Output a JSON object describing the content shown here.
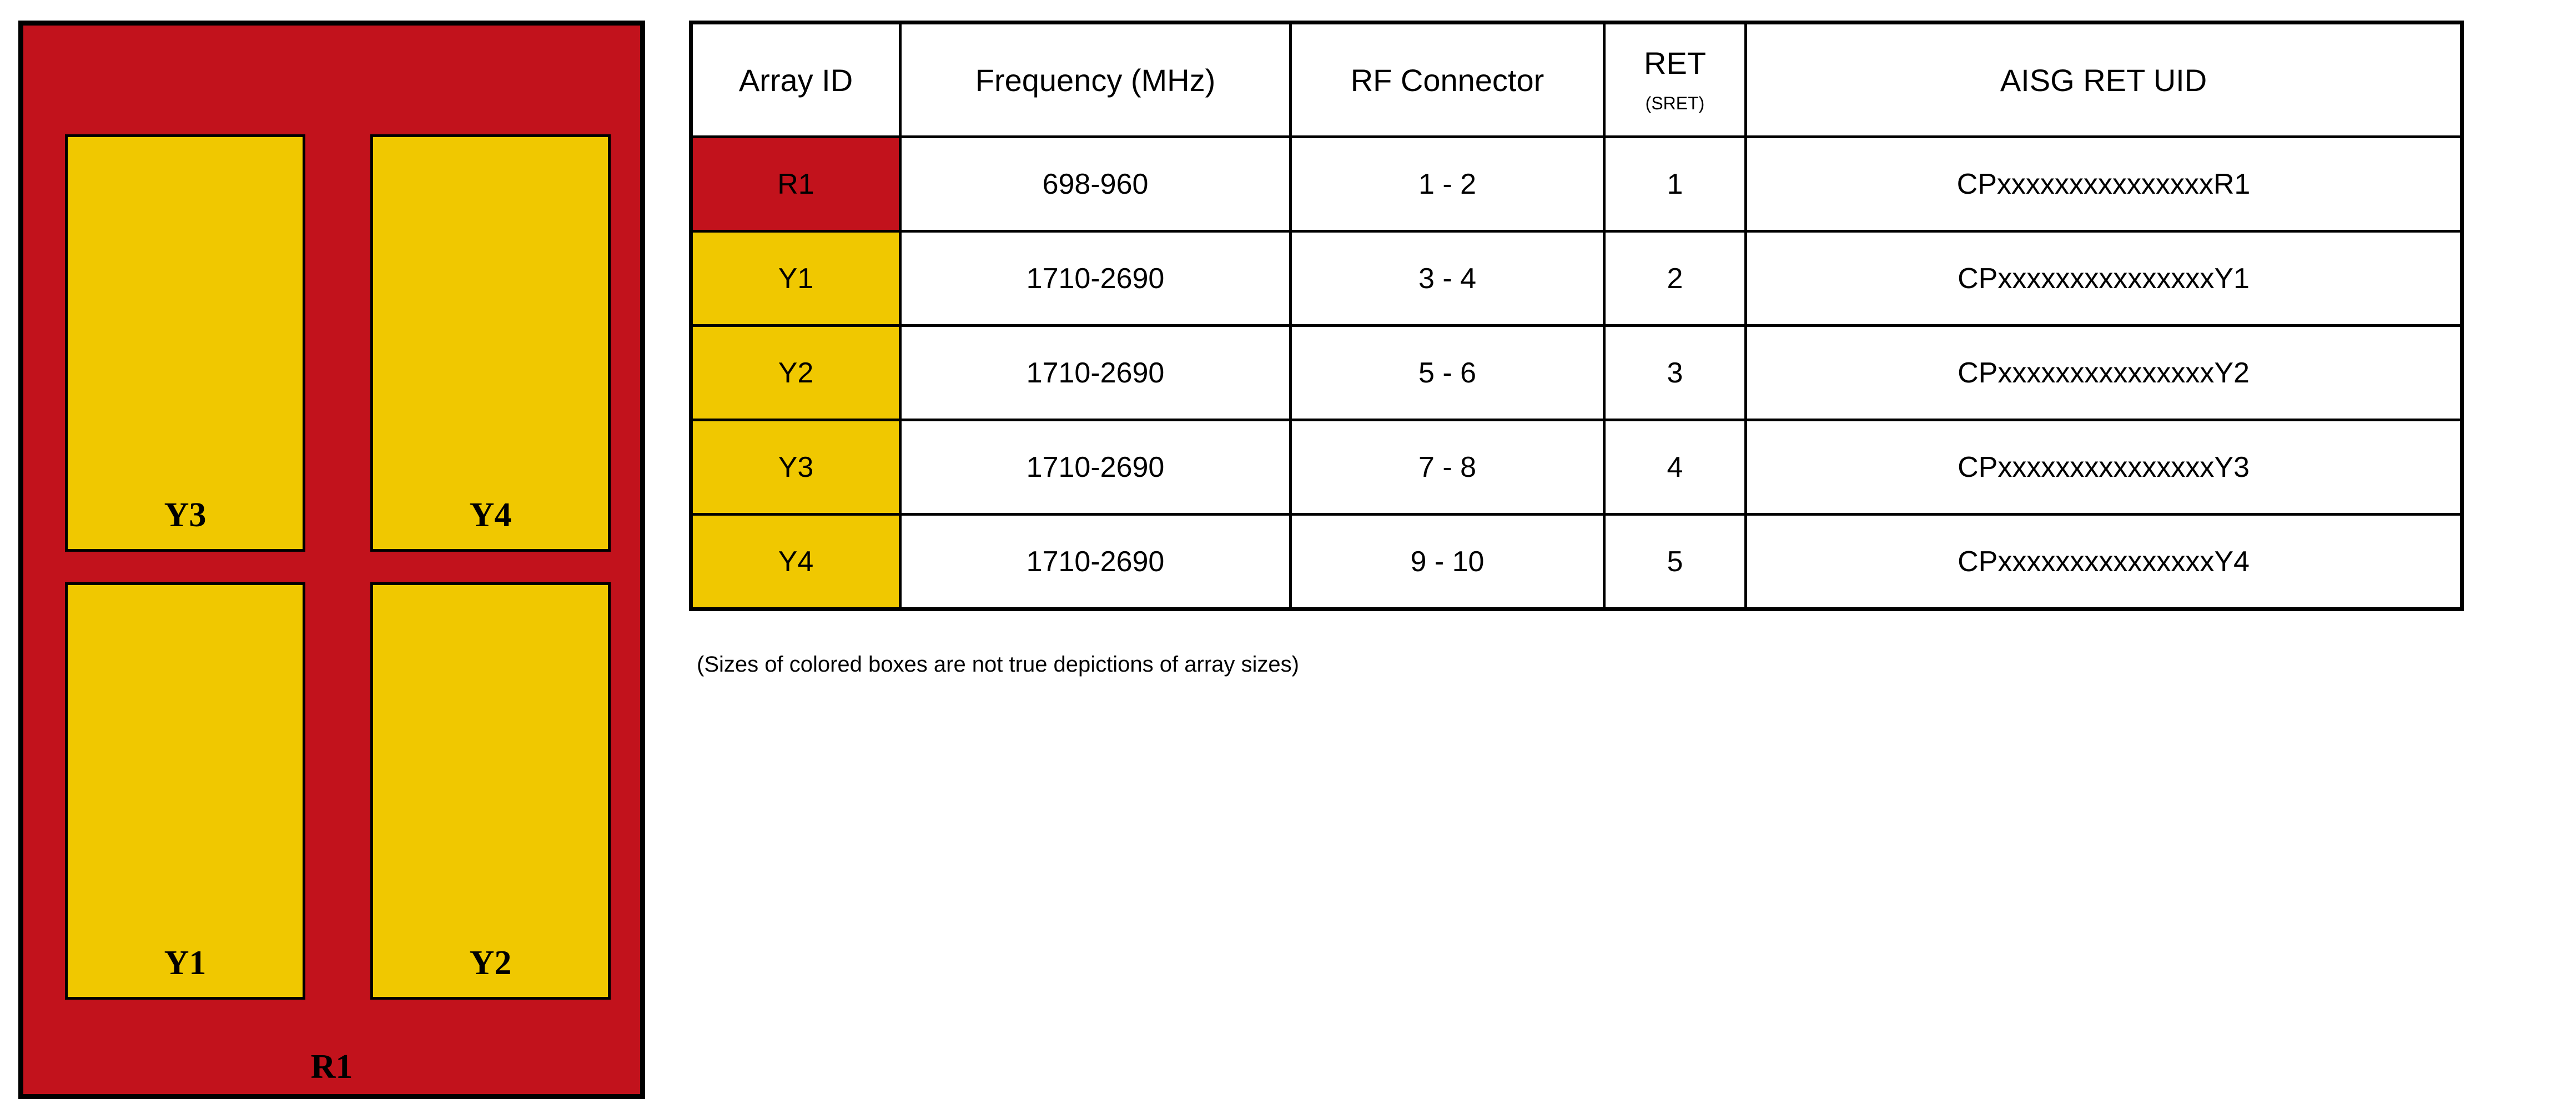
{
  "diagram": {
    "chassis": {
      "id": "R1",
      "color": "#C2121C"
    },
    "arrays": [
      {
        "id": "Y3",
        "color": "#F0C800",
        "position": "top-left"
      },
      {
        "id": "Y4",
        "color": "#F0C800",
        "position": "top-right"
      },
      {
        "id": "Y1",
        "color": "#F0C800",
        "position": "bottom-left"
      },
      {
        "id": "Y2",
        "color": "#F0C800",
        "position": "bottom-right"
      }
    ]
  },
  "table": {
    "headers": {
      "array_id": "Array ID",
      "frequency": "Frequency (MHz)",
      "rf_connector": "RF Connector",
      "ret_main": "RET",
      "ret_sub": "(SRET)",
      "aisg_ret_uid": "AISG RET UID"
    },
    "rows": [
      {
        "array_id": "R1",
        "swatch": "#C2121C",
        "frequency": "698-960",
        "rf_connector": "1 - 2",
        "ret": "1",
        "aisg_ret_uid": "CPxxxxxxxxxxxxxxxR1"
      },
      {
        "array_id": "Y1",
        "swatch": "#F0C800",
        "frequency": "1710-2690",
        "rf_connector": "3 - 4",
        "ret": "2",
        "aisg_ret_uid": "CPxxxxxxxxxxxxxxxY1"
      },
      {
        "array_id": "Y2",
        "swatch": "#F0C800",
        "frequency": "1710-2690",
        "rf_connector": "5 - 6",
        "ret": "3",
        "aisg_ret_uid": "CPxxxxxxxxxxxxxxxY2"
      },
      {
        "array_id": "Y3",
        "swatch": "#F0C800",
        "frequency": "1710-2690",
        "rf_connector": "7 - 8",
        "ret": "4",
        "aisg_ret_uid": "CPxxxxxxxxxxxxxxxY3"
      },
      {
        "array_id": "Y4",
        "swatch": "#F0C800",
        "frequency": "1710-2690",
        "rf_connector": "9 - 10",
        "ret": "5",
        "aisg_ret_uid": "CPxxxxxxxxxxxxxxxY4"
      }
    ]
  },
  "caption": "(Sizes of colored boxes are not true depictions of array sizes)",
  "colors": {
    "red": "#C2121C",
    "yellow": "#F0C800",
    "border": "#000000",
    "background": "#FFFFFF"
  }
}
